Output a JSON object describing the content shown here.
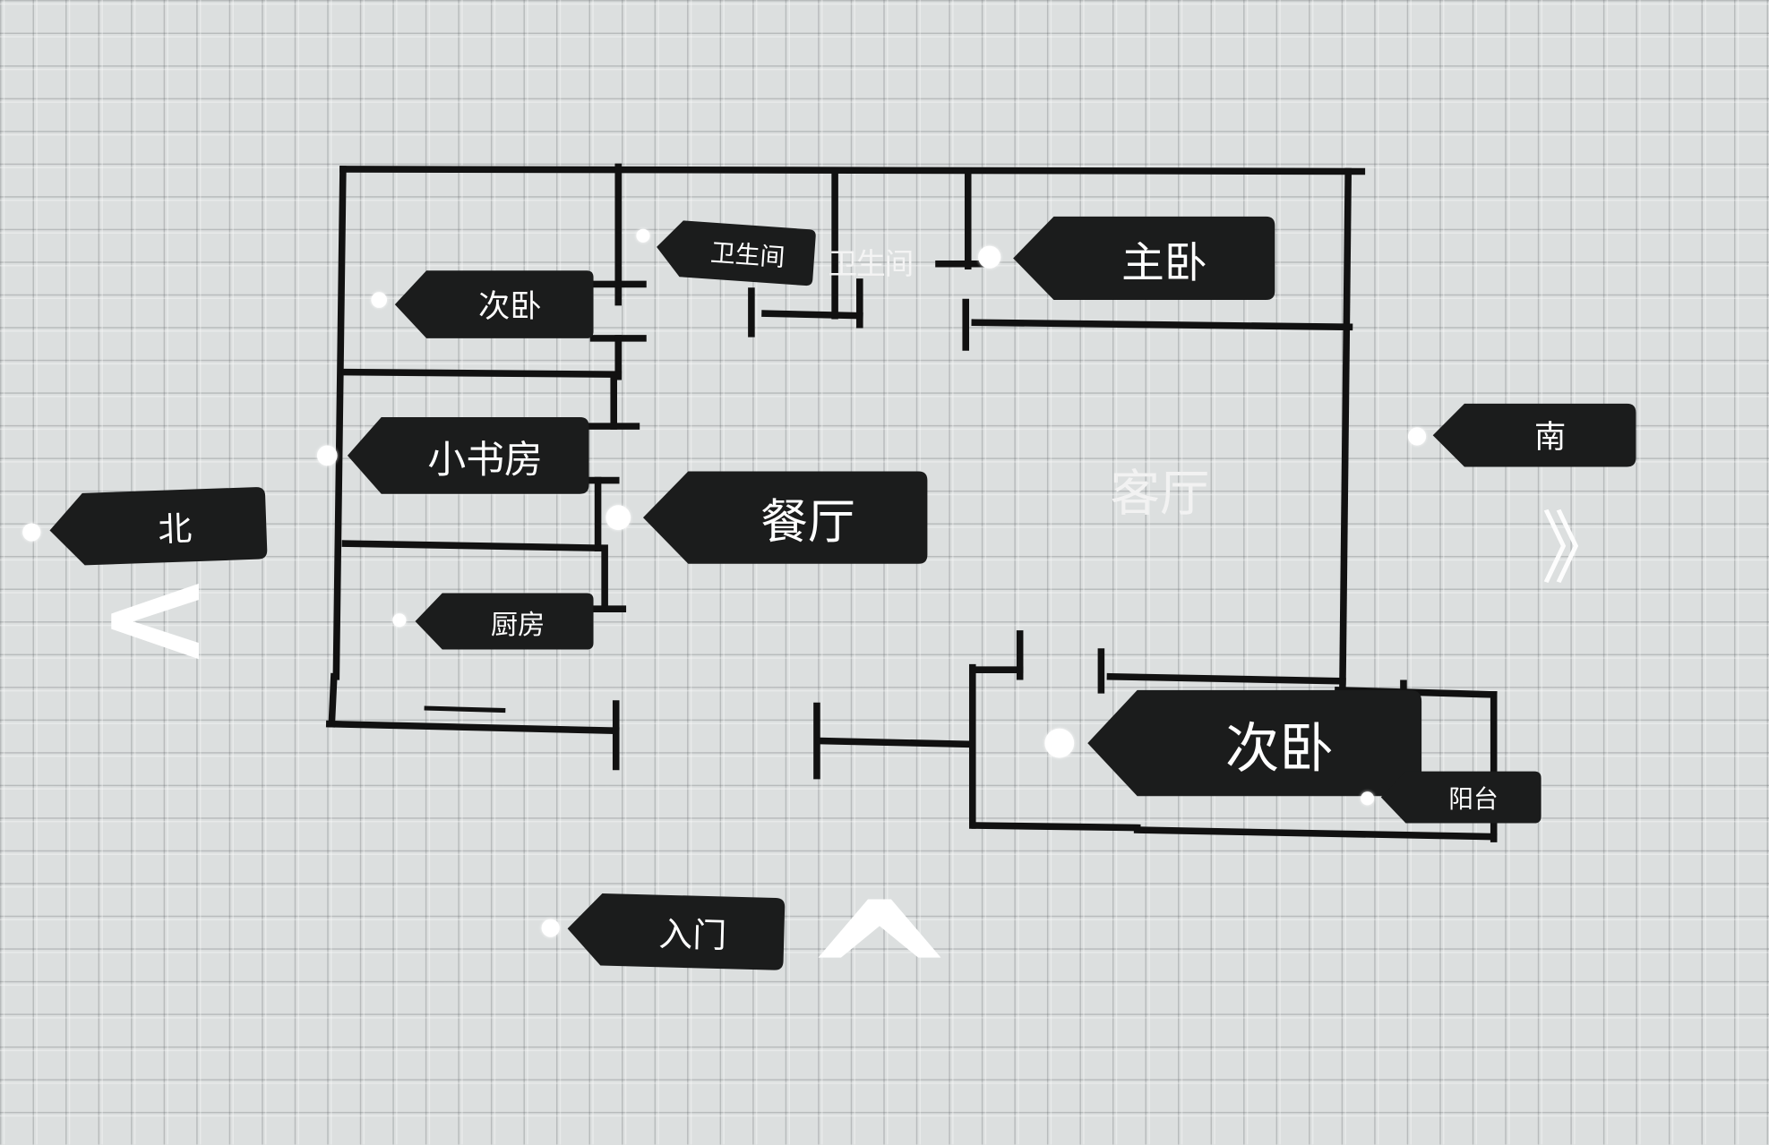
{
  "colors": {
    "grid_background": "#dcdfdf",
    "wall": "#111111",
    "tag_fill": "#1b1c1c",
    "tag_text": "#ffffff",
    "marker_dot": "#ffffff",
    "arrow": "#ffffff"
  },
  "rooms": {
    "bathroom_left": "卫生间",
    "bathroom_right": "卫生间",
    "master_bedroom": "主卧",
    "second_bedroom_north": "次卧",
    "study": "小书房",
    "dining_room": "餐厅",
    "living_room": "客厅",
    "kitchen": "厨房",
    "second_bedroom_south": "次卧",
    "balcony": "阳台",
    "entrance": "入门"
  },
  "directions": {
    "north": "北",
    "south": "南"
  },
  "arrows": {
    "left": "<",
    "up": "^",
    "right": "》"
  },
  "markers": [
    {
      "icon": "marker-dot"
    }
  ]
}
